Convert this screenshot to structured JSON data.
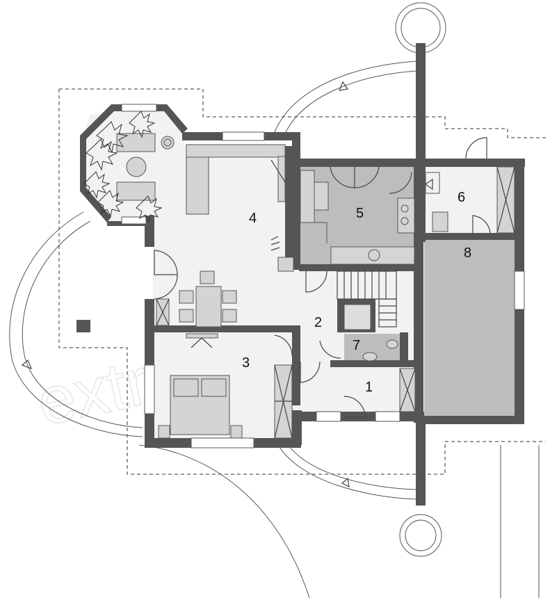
{
  "rooms": [
    {
      "id": "1",
      "label": "1"
    },
    {
      "id": "2",
      "label": "2"
    },
    {
      "id": "3",
      "label": "3"
    },
    {
      "id": "4",
      "label": "4"
    },
    {
      "id": "5",
      "label": "5"
    },
    {
      "id": "6",
      "label": "6"
    },
    {
      "id": "7",
      "label": "7"
    },
    {
      "id": "8",
      "label": "8"
    }
  ],
  "watermark": "extra-dom",
  "colors": {
    "wall": "#555555",
    "floor_light": "#f2f2f2",
    "floor_gray": "#bdbdbd",
    "background": "#ffffff"
  }
}
